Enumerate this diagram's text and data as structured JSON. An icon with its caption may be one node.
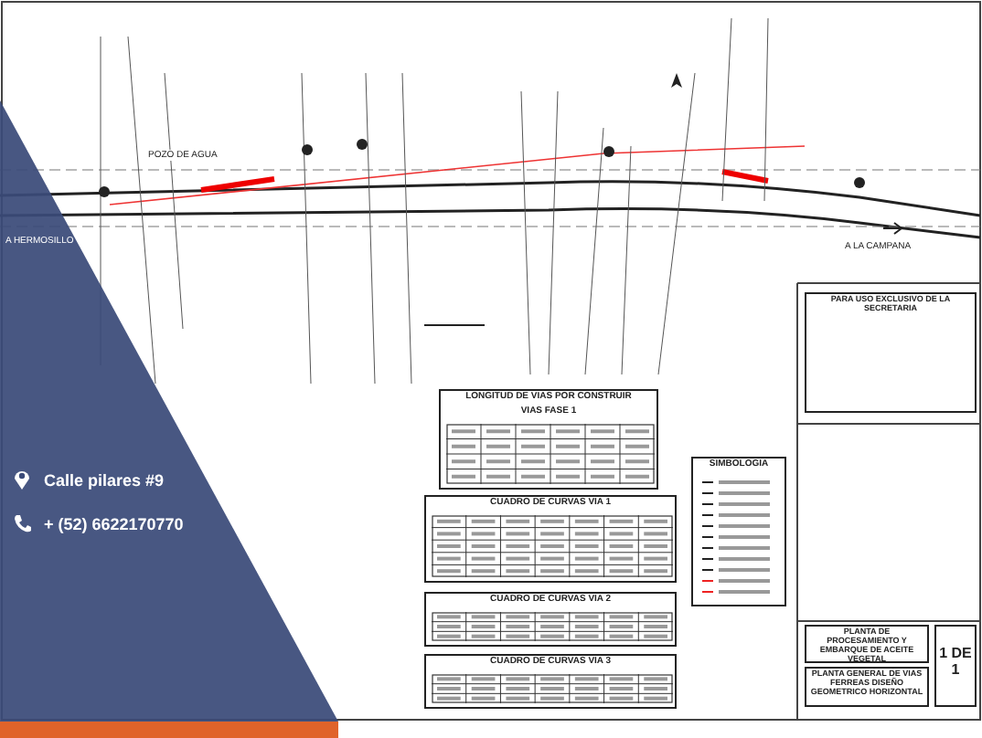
{
  "diagram": {
    "nodes": [
      {
        "text": [
          "LONGITUD DE VIAS POR CONSTRUIR",
          "VIAS FASE 1"
        ]
      },
      {
        "text": [
          "CUADRO DE CURVAS VIA 1"
        ]
      },
      {
        "text": [
          "CUADRO DE CURVAS VIA 2"
        ]
      },
      {
        "text": [
          "CUADRO DE CURVAS VIA 3"
        ]
      },
      {
        "text": [
          "SIMBOLOGIA"
        ]
      },
      {
        "text": [
          "PARA USO EXCLUSIVO DE LA SECRETARIA"
        ]
      },
      {
        "text": [
          "PLANTA DE PROCESAMIENTO Y EMBARQUE DE ACEITE VEGETAL"
        ]
      },
      {
        "text": [
          "PLANTA GENERAL DE VIAS FERREAS DISEÑO GEOMETRICO HORIZONTAL"
        ]
      },
      {
        "text": [
          "1 DE 1"
        ]
      }
    ],
    "labels": [
      "POZO DE AGUA",
      "A HERMOSILLO",
      "A LA CAMPANA",
      "Calle pilares #9",
      "+ (52) 6622170770"
    ]
  }
}
